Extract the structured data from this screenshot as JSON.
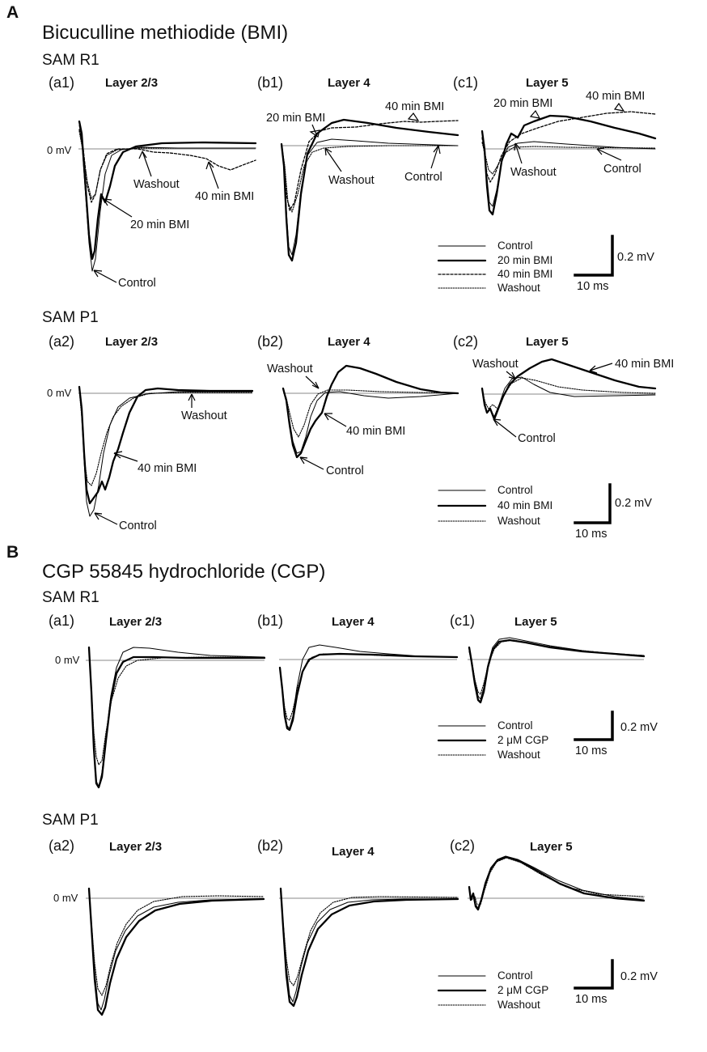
{
  "sections": [
    {
      "letter": "A",
      "drug": "Bicuculline methiodide (BMI)",
      "strains": [
        {
          "name": "SAM R1",
          "zero_label": "0 mV",
          "panels": [
            {
              "id": "(a1)",
              "layer": "Layer 2/3",
              "annotations": [
                "Washout",
                "40 min BMI",
                "20 min BMI",
                "Control"
              ]
            },
            {
              "id": "(b1)",
              "layer": "Layer 4",
              "annotations": [
                "20 min BMI",
                "40 min BMI",
                "Washout",
                "Control"
              ]
            },
            {
              "id": "(c1)",
              "layer": "Layer 5",
              "annotations": [
                "20 min BMI",
                "40 min BMI",
                "Washout",
                "Control"
              ]
            }
          ],
          "legend": [
            {
              "label": "Control",
              "style": "control"
            },
            {
              "label": "20 min BMI",
              "style": "drug"
            },
            {
              "label": "40 min BMI",
              "style": "bmi40"
            },
            {
              "label": "Washout",
              "style": "wash"
            }
          ],
          "scale": {
            "v": "0.2 mV",
            "t": "10 ms"
          }
        },
        {
          "name": "SAM P1",
          "zero_label": "0 mV",
          "panels": [
            {
              "id": "(a2)",
              "layer": "Layer 2/3",
              "annotations": [
                "Washout",
                "40 min BMI",
                "Control"
              ]
            },
            {
              "id": "(b2)",
              "layer": "Layer 4",
              "annotations": [
                "Washout",
                "40 min BMI",
                "Control"
              ]
            },
            {
              "id": "(c2)",
              "layer": "Layer 5",
              "annotations": [
                "Washout",
                "40 min BMI",
                "Control"
              ]
            }
          ],
          "legend": [
            {
              "label": "Control",
              "style": "control"
            },
            {
              "label": "40 min BMI",
              "style": "drug"
            },
            {
              "label": "Washout",
              "style": "wash"
            }
          ],
          "scale": {
            "v": "0.2 mV",
            "t": "10 ms"
          }
        }
      ]
    },
    {
      "letter": "B",
      "drug": "CGP 55845 hydrochloride (CGP)",
      "strains": [
        {
          "name": "SAM R1",
          "zero_label": "0 mV",
          "panels": [
            {
              "id": "(a1)",
              "layer": "Layer 2/3",
              "annotations": []
            },
            {
              "id": "(b1)",
              "layer": "Layer 4",
              "annotations": []
            },
            {
              "id": "(c1)",
              "layer": "Layer 5",
              "annotations": []
            }
          ],
          "legend": [
            {
              "label": "Control",
              "style": "control"
            },
            {
              "label": "2 μM CGP",
              "style": "drug"
            },
            {
              "label": "Washout",
              "style": "wash"
            }
          ],
          "scale": {
            "v": "0.2 mV",
            "t": "10 ms"
          }
        },
        {
          "name": "SAM P1",
          "zero_label": "0 mV",
          "panels": [
            {
              "id": "(a2)",
              "layer": "Layer 2/3",
              "annotations": []
            },
            {
              "id": "(b2)",
              "layer": "Layer 4",
              "annotations": []
            },
            {
              "id": "(c2)",
              "layer": "Layer 5",
              "annotations": []
            }
          ],
          "legend": [
            {
              "label": "Control",
              "style": "control"
            },
            {
              "label": "2 μM CGP",
              "style": "drug"
            },
            {
              "label": "Washout",
              "style": "wash"
            }
          ],
          "scale": {
            "v": "0.2 mV",
            "t": "10 ms"
          }
        }
      ]
    }
  ]
}
